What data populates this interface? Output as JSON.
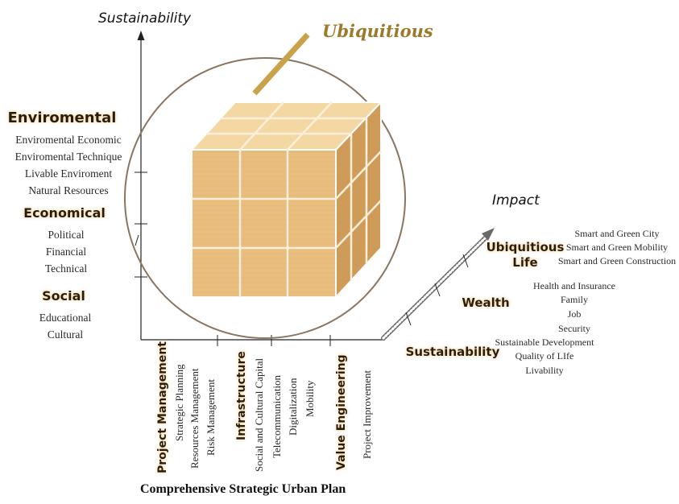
{
  "axes": {
    "y_label": "Sustainability",
    "z_label": "Impact",
    "x_label": "Comprehensive Strategic Urban Plan"
  },
  "ubiquitous_label": "Ubiquitious",
  "left_groups": [
    {
      "heading": "Enviromental",
      "items": [
        "Enviromental Economic",
        "Enviromental Technique",
        "Livable Enviroment",
        "Natural Resources"
      ]
    },
    {
      "heading": "Economical",
      "items": [
        "Political",
        "Financial",
        "Technical"
      ]
    },
    {
      "heading": "Social",
      "items": [
        "Educational",
        "Cultural"
      ]
    }
  ],
  "bottom_groups": [
    {
      "heading": "Project Management",
      "items": [
        "Strategic Planning",
        "Resources Management",
        "Risk Management"
      ]
    },
    {
      "heading": "Infrastructure",
      "items": [
        "Social and Cultural Capital",
        "Telecommunication",
        "Digitalization",
        "Mobility"
      ]
    },
    {
      "heading": "Value Engineering",
      "items": [
        "Project Improvement"
      ]
    }
  ],
  "right_groups": [
    {
      "heading_lines": [
        "Ubiquitious",
        "Life"
      ],
      "items": [
        "Smart and Green City",
        "Smart and Green Mobility",
        "Smart and Green Construction"
      ]
    },
    {
      "heading_lines": [
        "Wealth"
      ],
      "items": [
        "Health and Insurance",
        "Family",
        "Job",
        "Security"
      ]
    },
    {
      "heading_lines": [
        "Sustainability"
      ],
      "items": [
        "Sustainable Development",
        "Quality of LIfe",
        "Livability"
      ]
    }
  ],
  "colors": {
    "circle": "#8a7561",
    "cube_light": "#f0cd92",
    "cube_mid": "#e5b775",
    "cube_dark": "#cf9b58",
    "ubiquitous_bar": "#c9a24a",
    "ubiquitous_text": "#9c7a2c"
  }
}
